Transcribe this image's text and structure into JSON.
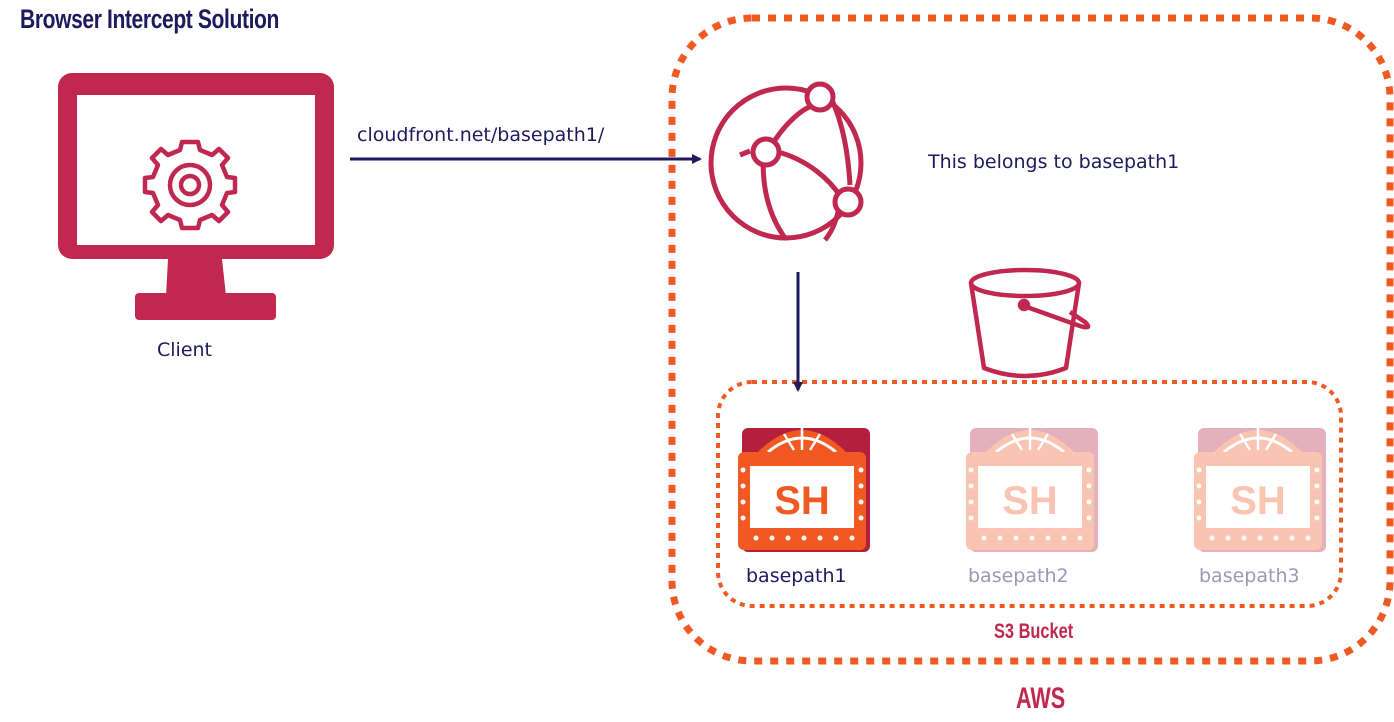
{
  "diagram": {
    "title": "Browser Intercept Solution",
    "client_label": "Client",
    "request_url": "cloudfront.net/basepath1/",
    "cloudfront_note": "This belongs to basepath1",
    "bucket_label": "S3 Bucket",
    "aws_label": "AWS",
    "sites": [
      {
        "label": "basepath1",
        "active": true
      },
      {
        "label": "basepath2",
        "active": false
      },
      {
        "label": "basepath3",
        "active": false
      }
    ],
    "site_badge_text": "SH",
    "icons": {
      "client": "monitor-gear-icon",
      "cdn": "cloudfront-distribution-icon",
      "bucket": "s3-bucket-icon",
      "site": "marquee-sign-icon"
    },
    "colors": {
      "brand": "#c0284f",
      "navy": "#1f1a5e",
      "aws_orange": "#f05a22",
      "inactive_text": "#9b98b8"
    }
  }
}
